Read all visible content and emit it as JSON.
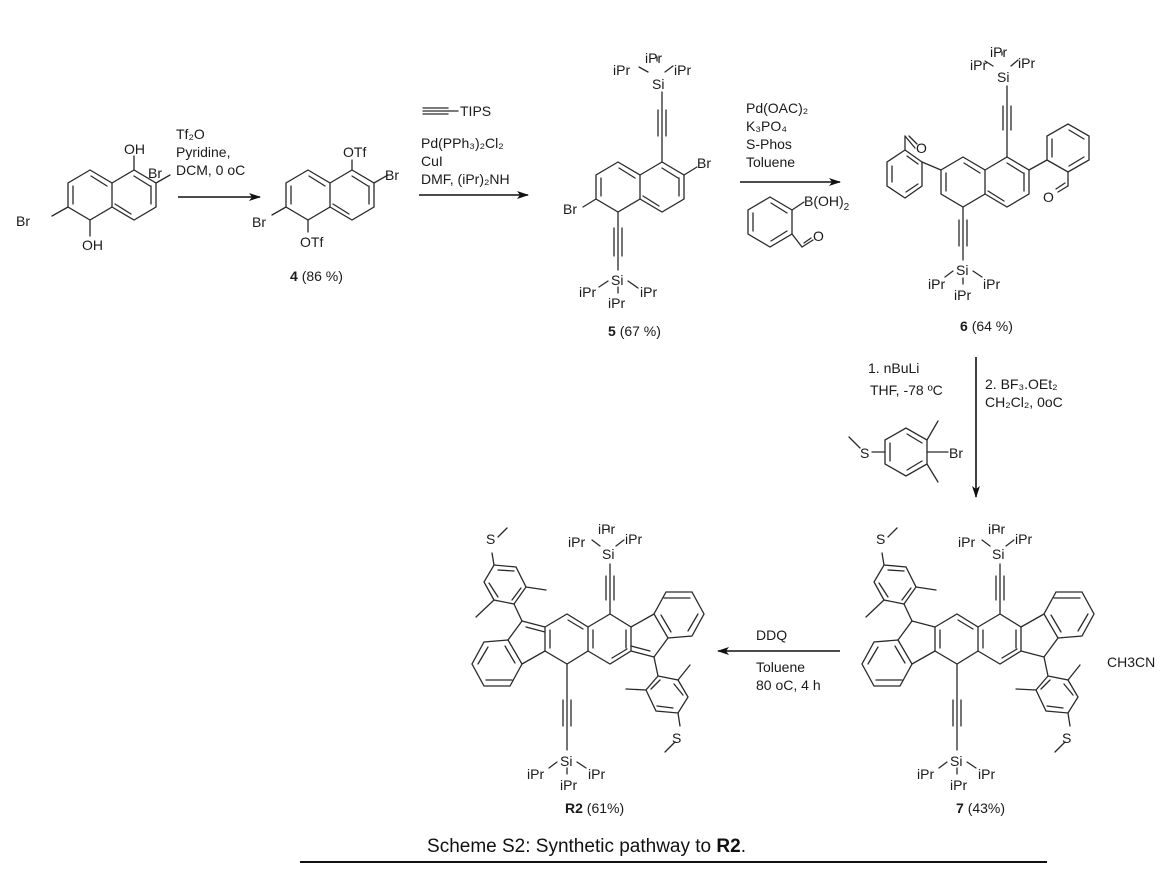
{
  "scheme": {
    "caption_prefix": "Scheme S2: Synthetic pathway to ",
    "caption_bold": "R2",
    "caption_suffix": "."
  },
  "atoms": {
    "OH": "OH",
    "Br": "Br",
    "OTf": "OTf",
    "Si": "Si",
    "iPr": "iPr",
    "O": "O",
    "S": "S",
    "B_OH2": "B(OH)",
    "sub2": "2"
  },
  "step1": {
    "reagents": [
      "Tf₂O",
      "Pyridine,",
      "DCM, 0 oC"
    ]
  },
  "step2": {
    "alkyne_label": "TIPS",
    "reagents": [
      "Pd(PPh₃)₂Cl₂",
      "CuI",
      "DMF, (iPr)₂NH"
    ]
  },
  "step3": {
    "reagents": [
      "Pd(OAC)₂",
      "K₃PO₄",
      "S-Phos",
      "Toluene"
    ]
  },
  "step4": {
    "reagents_left": [
      "1. nBuLi",
      "THF, -78 ºC"
    ],
    "reagents_right": [
      "2. BF₃.OEt₂",
      "CH₂Cl₂, 0oC"
    ]
  },
  "step5": {
    "reagents_top": [
      "DDQ"
    ],
    "reagents_bottom": [
      "Toluene",
      "80 oC, 4 h"
    ]
  },
  "solvent_note": "CH3CN",
  "compounds": [
    {
      "id": "4",
      "yield": "(86 %)"
    },
    {
      "id": "5",
      "yield": "(67 %)"
    },
    {
      "id": "6",
      "yield": "(64 %)"
    },
    {
      "id": "7",
      "yield": "(43%)"
    },
    {
      "id": "R2",
      "yield": "(61%)"
    }
  ]
}
